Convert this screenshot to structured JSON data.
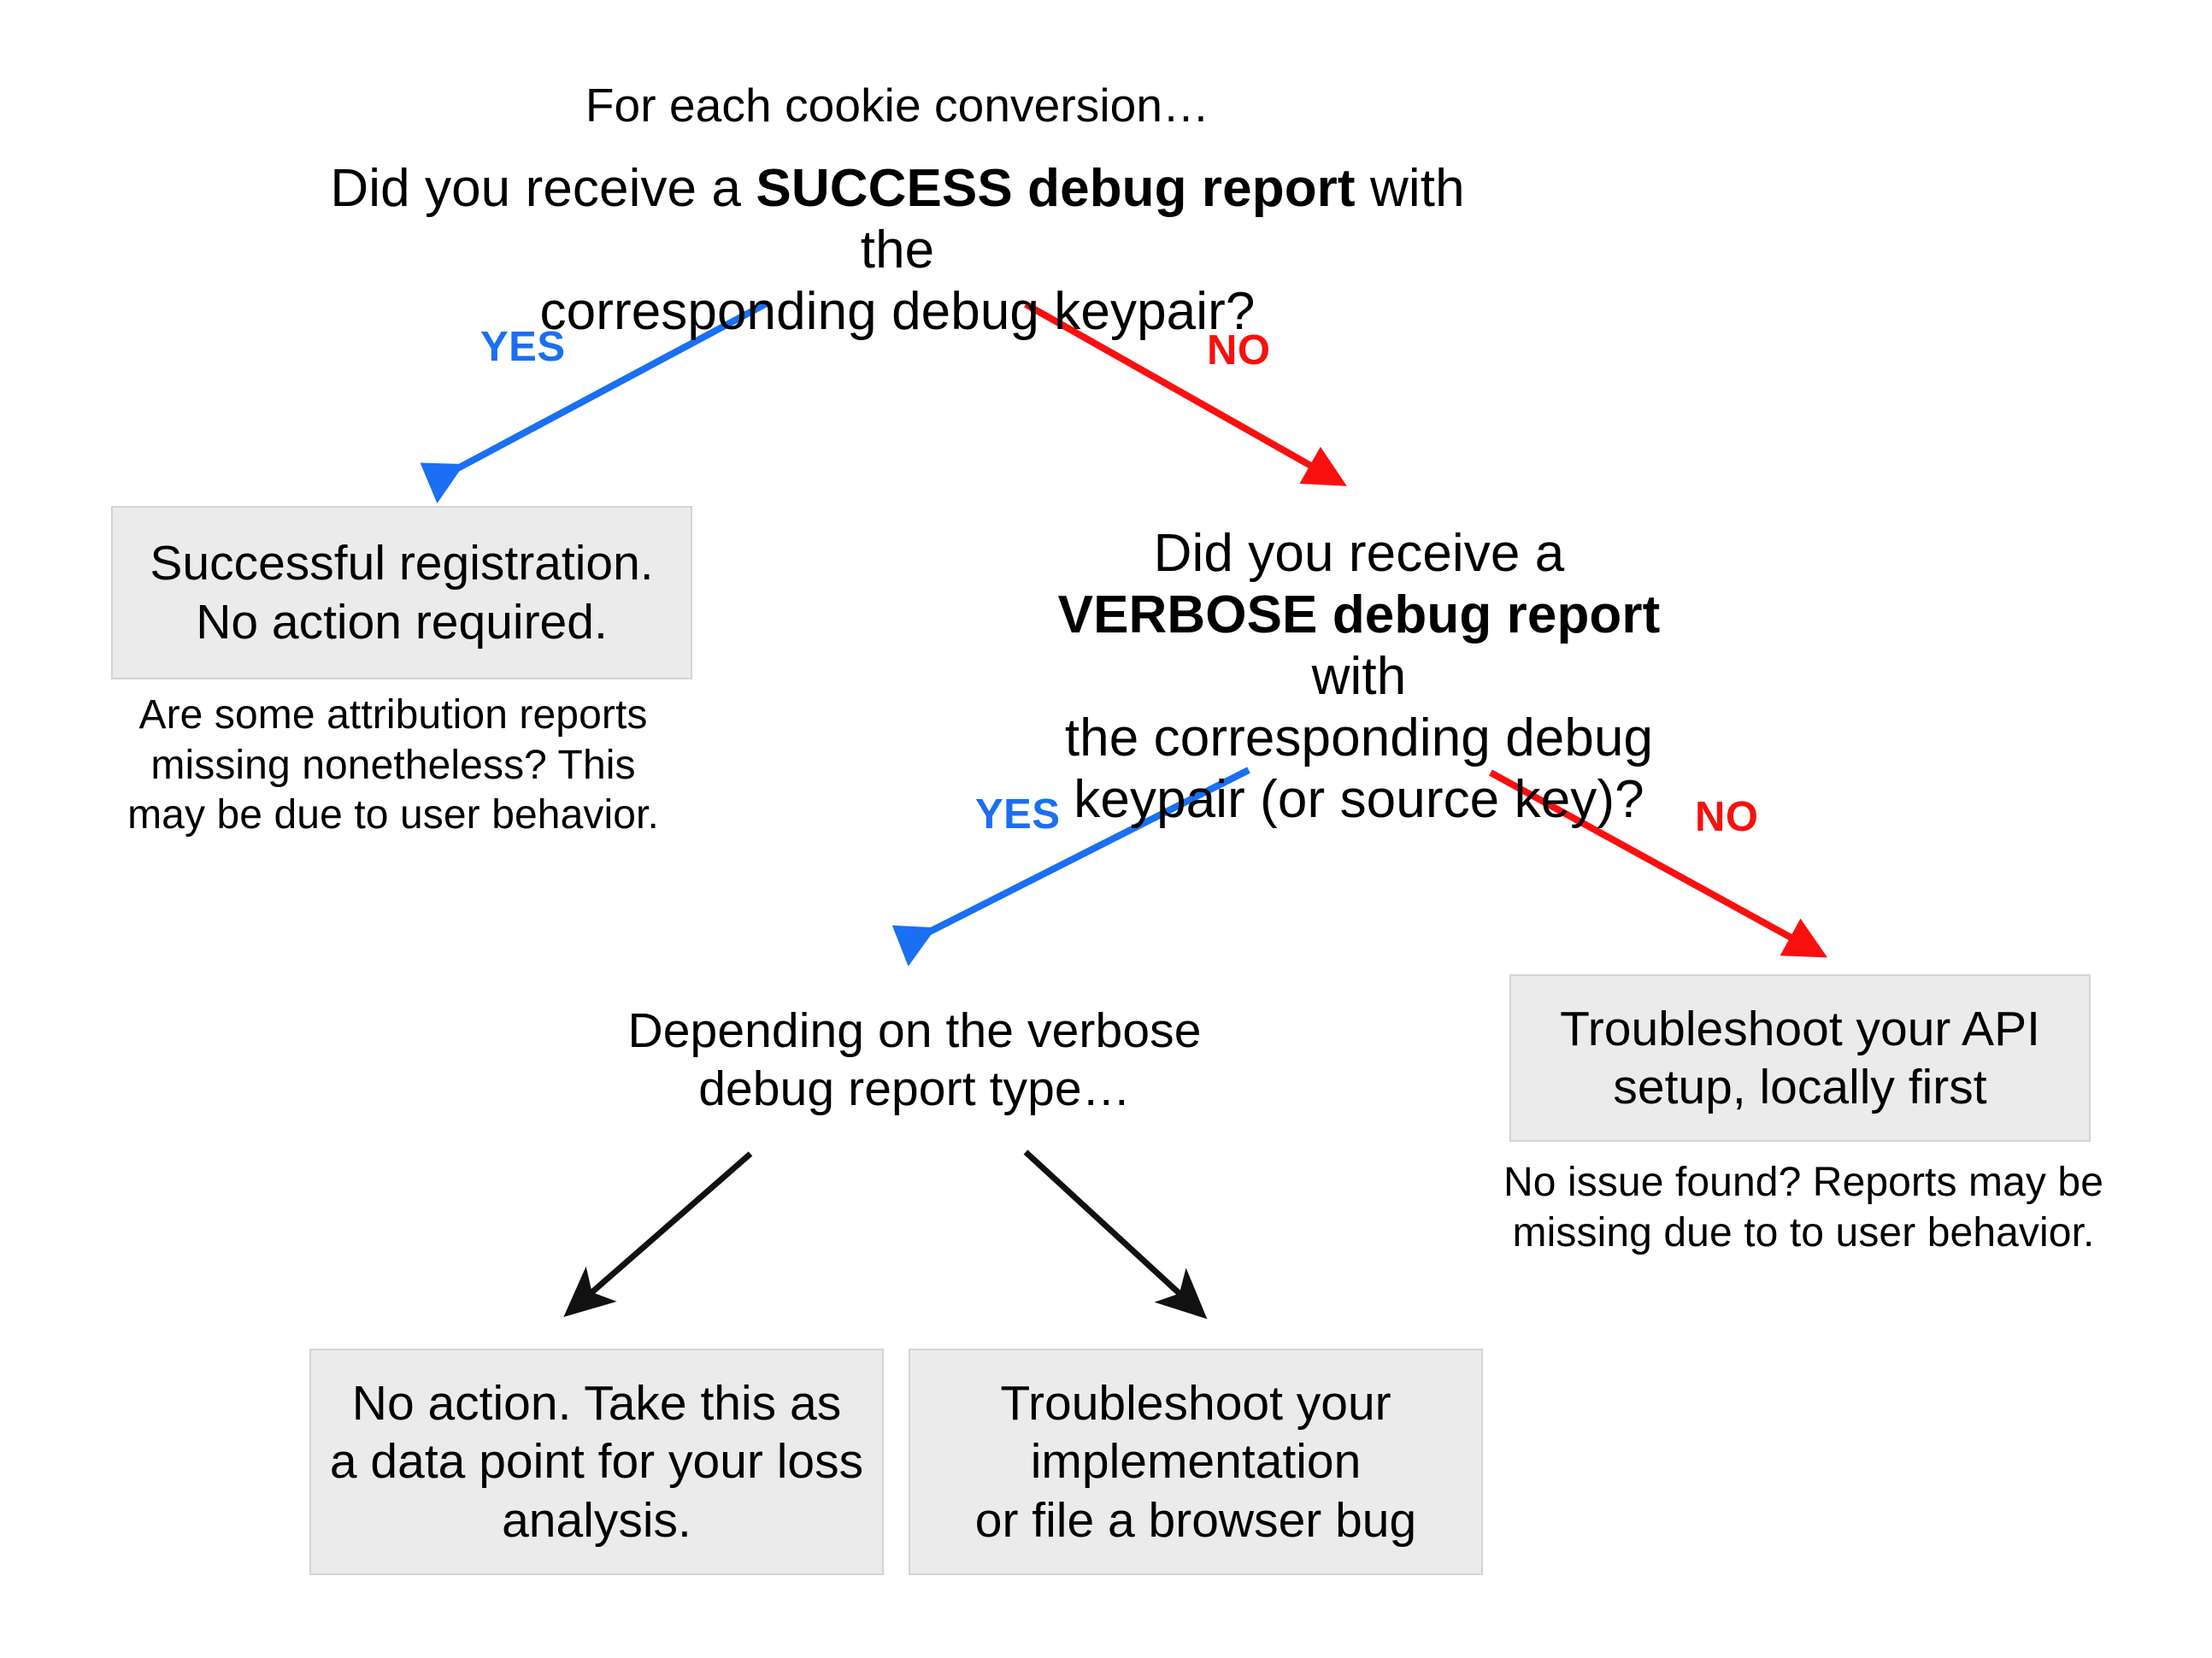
{
  "diagram": {
    "title": "For each cookie conversion…",
    "background": "#ffffff",
    "colors": {
      "yes": "#1a6ff2",
      "no": "#fa0f0f",
      "neutral_arrow": "#000000",
      "box_fill": "#ebebeb",
      "box_border": "#d4d4d4",
      "text": "#000000"
    }
  },
  "nodes": {
    "root_title": "For each cookie conversion…",
    "q1": {
      "line1_pre": "Did you receive a ",
      "line1_bold": "SUCCESS debug report",
      "line1_post": " with the",
      "line2": "corresponding debug keypair?"
    },
    "box_success": "Successful registration.\nNo action required.",
    "caption_success": "Are some attribution reports\nmissing nonetheless? This\nmay be due to user behavior.",
    "q2": {
      "line1": "Did you receive a",
      "line2_bold": "VERBOSE debug report",
      "line2_post": " with",
      "line3": "the corresponding debug",
      "line4": "keypair (or source key)?"
    },
    "mid_note": "Depending on the verbose\ndebug report type…",
    "box_api": "Troubleshoot your API\nsetup, locally first",
    "caption_api": "No issue found? Reports may be\nmissing due to to user behavior.",
    "box_no_action": "No action. Take this as\na data point for your loss\nanalysis.",
    "box_troubleshoot": "Troubleshoot your\nimplementation\nor file a browser bug"
  },
  "edges": [
    {
      "id": "e1-yes",
      "label": "YES",
      "color": "#1a6ff2",
      "from": "q1",
      "to": "box_success"
    },
    {
      "id": "e1-no",
      "label": "NO",
      "color": "#fa0f0f",
      "from": "q1",
      "to": "q2"
    },
    {
      "id": "e2-yes",
      "label": "YES",
      "color": "#1a6ff2",
      "from": "q2",
      "to": "mid_note"
    },
    {
      "id": "e2-no",
      "label": "NO",
      "color": "#fa0f0f",
      "from": "q2",
      "to": "box_api"
    },
    {
      "id": "e3-left",
      "label": "",
      "color": "#000000",
      "from": "mid_note",
      "to": "box_no_action"
    },
    {
      "id": "e3-right",
      "label": "",
      "color": "#000000",
      "from": "mid_note",
      "to": "box_troubleshoot"
    }
  ],
  "labels": {
    "yes1": "YES",
    "no1": "NO",
    "yes2": "YES",
    "no2": "NO"
  }
}
